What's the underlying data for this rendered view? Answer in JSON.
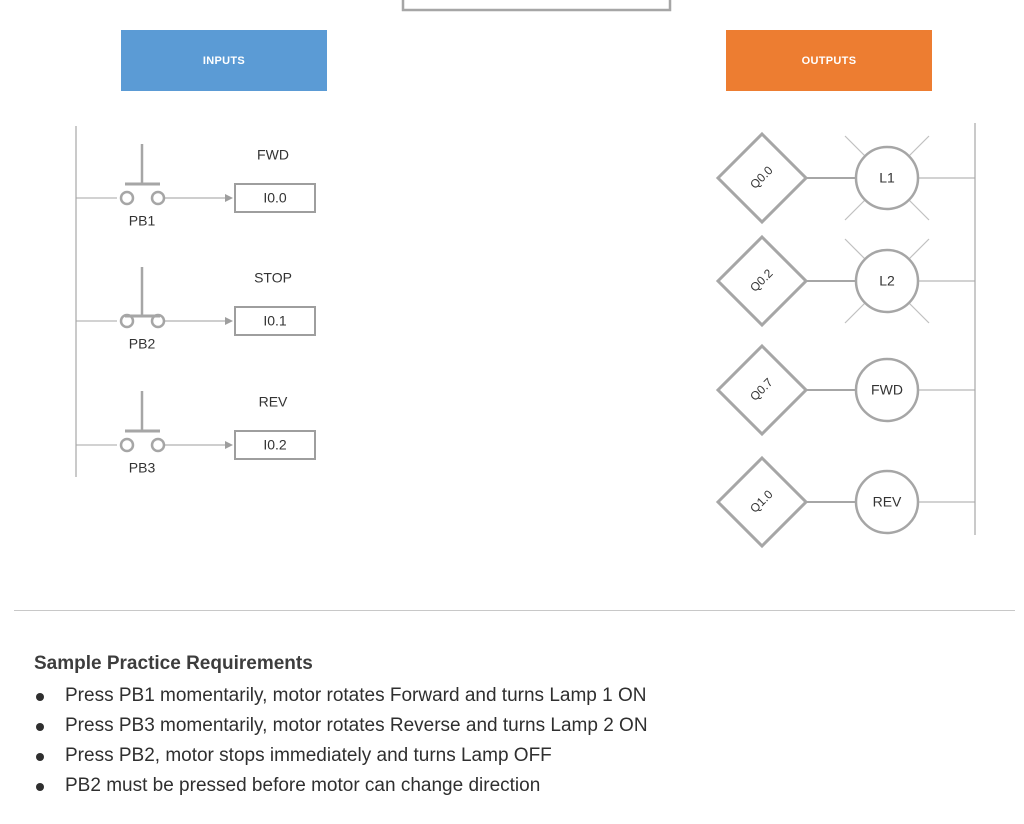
{
  "headers": {
    "inputs": "INPUTS",
    "outputs": "OUTPUTS",
    "inputs_color": "#5b9bd5",
    "outputs_color": "#ed7d31"
  },
  "inputs": [
    {
      "device": "PB1",
      "function": "FWD",
      "address": "I0.0",
      "contact": "normally-open"
    },
    {
      "device": "PB2",
      "function": "STOP",
      "address": "I0.1",
      "contact": "normally-closed"
    },
    {
      "device": "PB3",
      "function": "REV",
      "address": "I0.2",
      "contact": "normally-open"
    }
  ],
  "outputs": [
    {
      "address": "Q0.0",
      "load": "L1",
      "lamp": true
    },
    {
      "address": "Q0.2",
      "load": "L2",
      "lamp": true
    },
    {
      "address": "Q0.7",
      "load": "FWD",
      "lamp": false
    },
    {
      "address": "Q1.0",
      "load": "REV",
      "lamp": false
    }
  ],
  "requirements": {
    "title": "Sample Practice Requirements",
    "items": [
      "Press PB1 momentarily, motor rotates Forward and turns Lamp 1 ON",
      "Press PB3 momentarily, motor rotates Reverse and turns Lamp 2 ON",
      "Press PB2, motor stops immediately and turns Lamp OFF",
      "PB2 must be pressed before motor can change direction"
    ]
  }
}
